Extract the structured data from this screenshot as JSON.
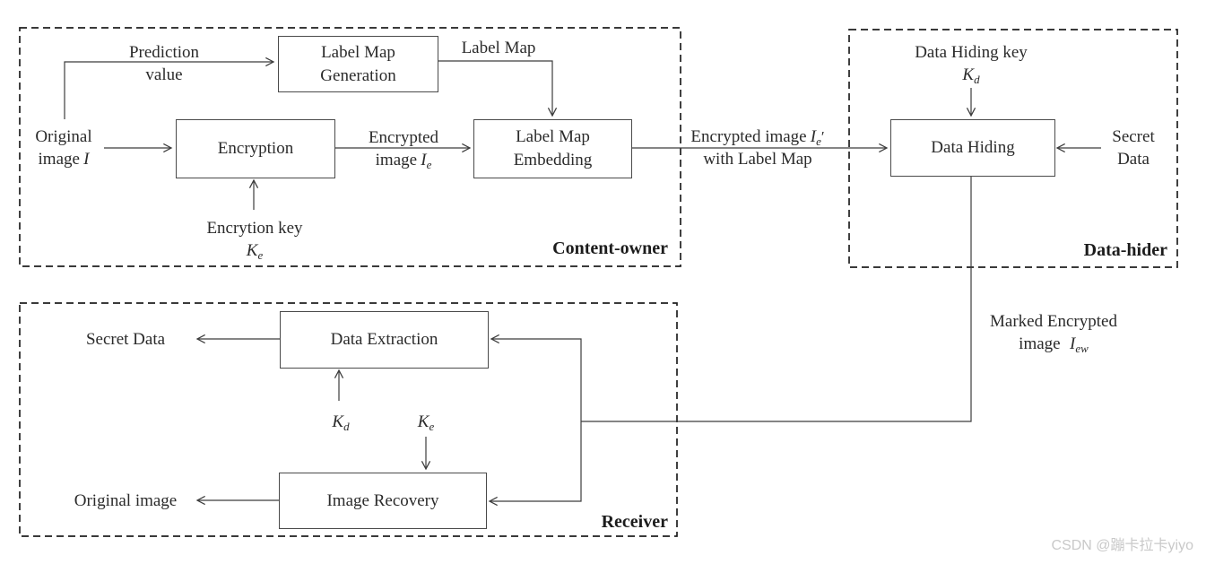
{
  "diagram": {
    "regions": {
      "content_owner": "Content-owner",
      "data_hider": "Data-hider",
      "receiver": "Receiver"
    },
    "boxes": {
      "label_map_generation": {
        "line1": "Label Map",
        "line2": "Generation"
      },
      "encryption": {
        "line1": "Encryption"
      },
      "label_map_embedding": {
        "line1": "Label Map",
        "line2": "Embedding"
      },
      "data_hiding": {
        "line1": "Data Hiding"
      },
      "data_extraction": {
        "line1": "Data Extraction"
      },
      "image_recovery": {
        "line1": "Image Recovery"
      }
    },
    "labels": {
      "prediction": {
        "line1": "Prediction",
        "line2": "value"
      },
      "original_image_in": {
        "line1": "Original",
        "line2": "image",
        "var": "I"
      },
      "label_map": "Label Map",
      "encrypted_image": {
        "line1": "Encrypted",
        "line2": "image",
        "var": "I",
        "sub": "e"
      },
      "encryption_key": {
        "line1": "Encrytion key",
        "var": "K",
        "sub": "e"
      },
      "encrypted_image_prime": {
        "line1": "Encrypted image",
        "var": "I",
        "sub": "e",
        "prime": "′",
        "line2": "with Label Map"
      },
      "data_hiding_key": {
        "line1": "Data Hiding key",
        "var": "K",
        "sub": "d"
      },
      "secret_data_in": {
        "line1": "Secret",
        "line2": "Data"
      },
      "marked_encrypted": {
        "line1": "Marked Encrypted",
        "line2": "image",
        "var": "I",
        "sub": "ew"
      },
      "secret_data_out": "Secret Data",
      "key_kd": {
        "var": "K",
        "sub": "d"
      },
      "key_ke": {
        "var": "K",
        "sub": "e"
      },
      "original_image_out": "Original image"
    },
    "watermark": "CSDN @蹦卡拉卡yiyo",
    "colors": {
      "line": "#3c3c3c",
      "box_border": "#4a4a4a",
      "dashed_border": "#1f1f1f",
      "text": "#2b2b2b",
      "watermark": "#c9c9c9",
      "background": "#ffffff"
    }
  }
}
